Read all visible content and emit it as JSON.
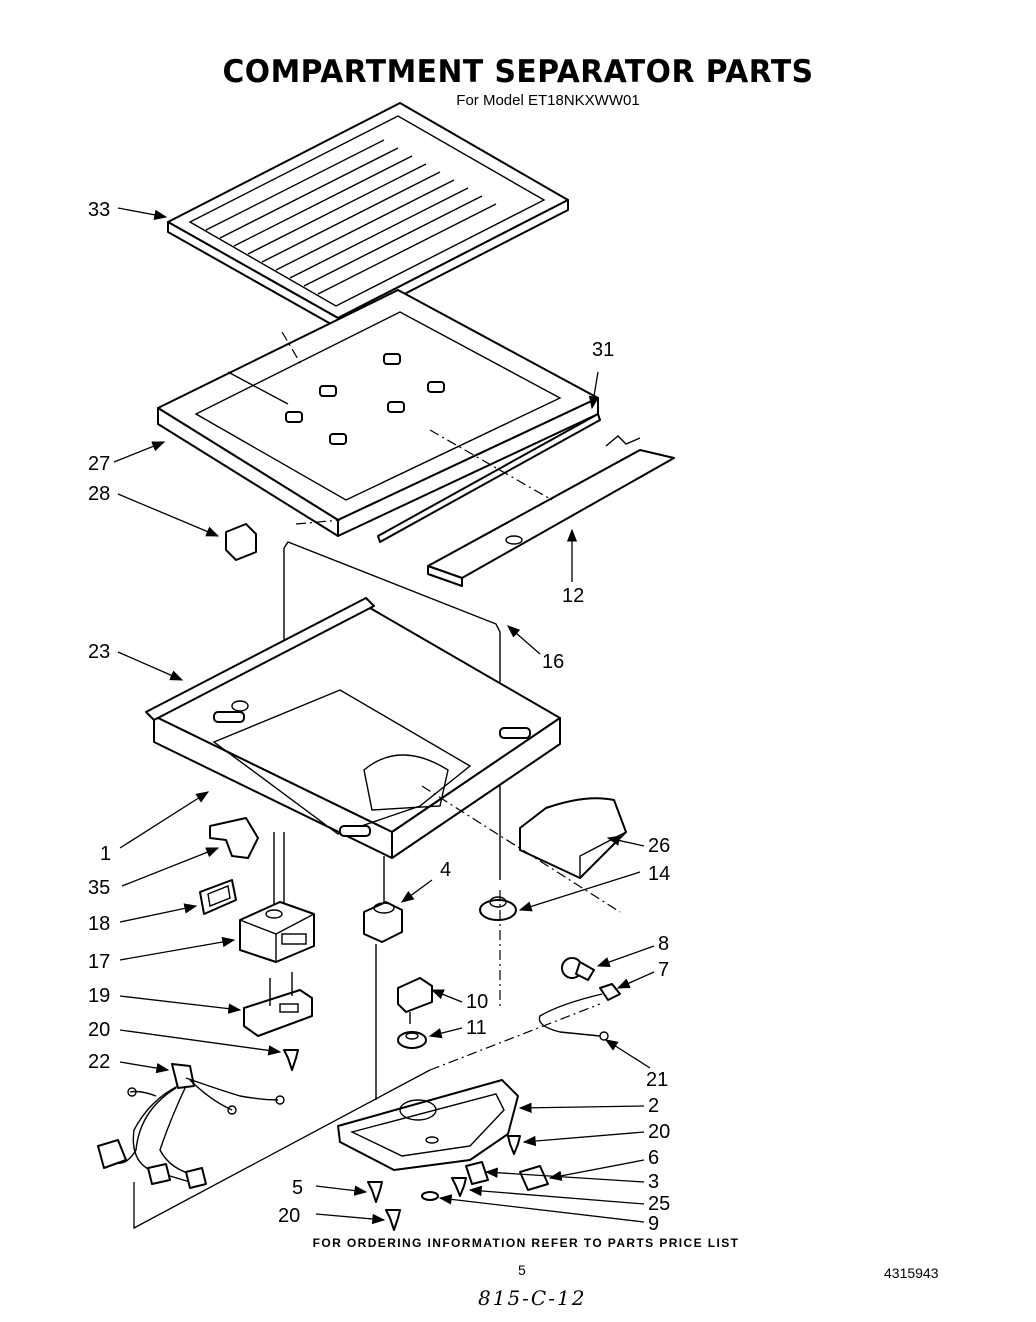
{
  "title": "COMPARTMENT SEPARATOR PARTS",
  "subtitle": "For Model ET18NKXWW01",
  "footer_note": "FOR ORDERING INFORMATION REFER TO PARTS PRICE LIST",
  "page_number": "5",
  "document_number": "4315943",
  "handwritten_note": "815-C-12",
  "callouts": {
    "c33": "33",
    "c31": "31",
    "c27": "27",
    "c28": "28",
    "c12": "12",
    "c23": "23",
    "c16": "16",
    "c1": "1",
    "c26": "26",
    "c35": "35",
    "c4": "4",
    "c14": "14",
    "c18": "18",
    "c17": "17",
    "c8": "8",
    "c7": "7",
    "c19": "19",
    "c10": "10",
    "c11": "11",
    "c20a": "20",
    "c22": "22",
    "c21": "21",
    "c2": "2",
    "c20b": "20",
    "c6": "6",
    "c3": "3",
    "c5": "5",
    "c25": "25",
    "c20c": "20",
    "c9": "9"
  }
}
